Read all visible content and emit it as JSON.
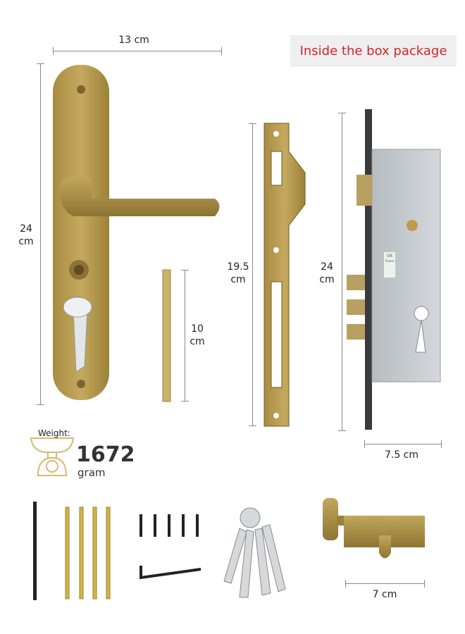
{
  "banner": {
    "label": "Inside the box package",
    "color": "#d6242b"
  },
  "dimensions": {
    "handle_width": "13 cm",
    "handle_height_value": "24",
    "handle_height_unit": "cm",
    "spindle_value": "10",
    "spindle_unit": "cm",
    "strike_value": "19.5",
    "strike_unit": "cm",
    "lockbody_height_value": "24",
    "lockbody_height_unit": "cm",
    "lockbody_width": "7.5 cm",
    "cylinder_width": "7 cm"
  },
  "weight": {
    "label": "Weight:",
    "value": "1672",
    "unit": "gram"
  },
  "lock_label": {
    "line1": "OK",
    "line2": "Tested"
  },
  "colors": {
    "brass": "#b59a4e",
    "steel": "#c9cdd1"
  }
}
